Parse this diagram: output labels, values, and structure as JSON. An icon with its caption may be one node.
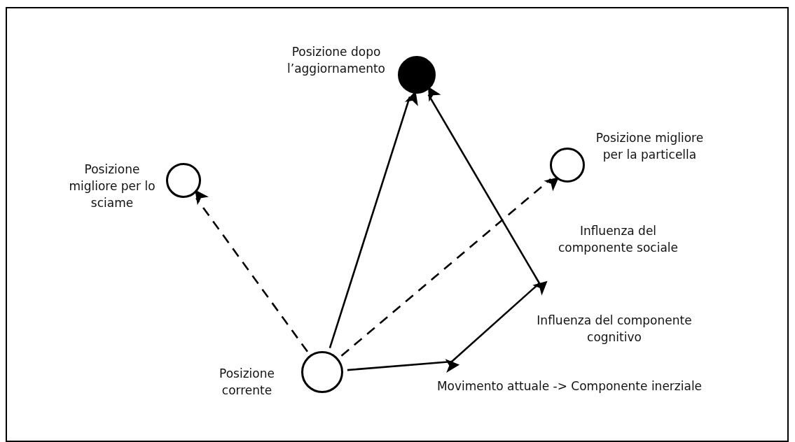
{
  "diagram": {
    "nodes": [
      {
        "text": [
          "Posizione dopo l’aggiornamento"
        ]
      },
      {
        "text": [
          "Posizione migliore per lo sciame"
        ]
      },
      {
        "text": [
          "Posizione migliore per la particella"
        ]
      },
      {
        "text": [
          "Posizione corrente"
        ]
      },
      {
        "text": [],
        "shape": "point"
      },
      {
        "text": [],
        "shape": "point"
      }
    ],
    "edges": [
      {
        "from": 3,
        "to": 0,
        "arrow": "to"
      },
      {
        "from": 3,
        "to": 1,
        "arrow": "to",
        "style": "dashed"
      },
      {
        "from": 3,
        "to": 2,
        "arrow": "to",
        "style": "dashed"
      },
      {
        "from": 3,
        "to": 4,
        "arrow": "to",
        "label": "Movimento attuale -> Componente inerziale"
      },
      {
        "from": 4,
        "to": 5,
        "arrow": "to",
        "label": "Influenza del componente cognitivo"
      },
      {
        "from": 5,
        "to": 0,
        "arrow": "to",
        "label": "Influenza del componente sociale"
      }
    ]
  }
}
